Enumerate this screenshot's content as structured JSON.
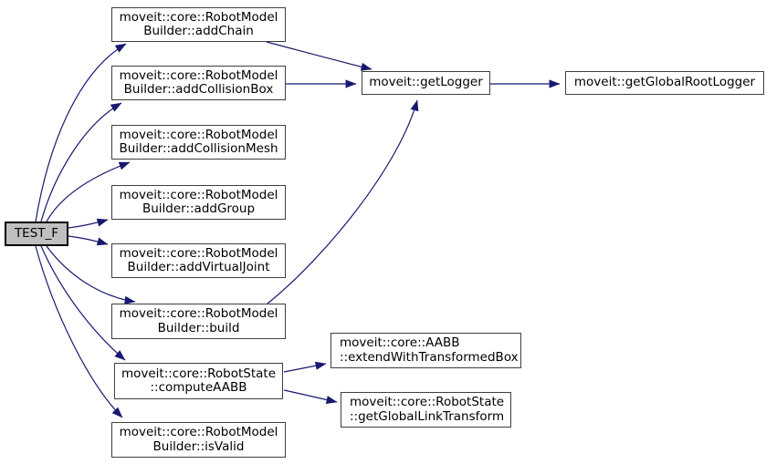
{
  "diagram": {
    "kind": "doxygen-call-graph",
    "colors": {
      "background": "#ffffff",
      "edge": "#191970",
      "node_border": "#3f3f3f",
      "node_fill": "#ffffff",
      "root_node_fill": "#bfbfbf",
      "root_node_border": "#000000",
      "text": "#000000"
    },
    "nodes": {
      "test_f": {
        "label": "TEST_F"
      },
      "add_chain": {
        "lines": [
          "moveit::core::RobotModel",
          "Builder::addChain"
        ]
      },
      "add_collision_box": {
        "lines": [
          "moveit::core::RobotModel",
          "Builder::addCollisionBox"
        ]
      },
      "add_collision_mesh": {
        "lines": [
          "moveit::core::RobotModel",
          "Builder::addCollisionMesh"
        ]
      },
      "add_group": {
        "lines": [
          "moveit::core::RobotModel",
          "Builder::addGroup"
        ]
      },
      "add_virtual_joint": {
        "lines": [
          "moveit::core::RobotModel",
          "Builder::addVirtualJoint"
        ]
      },
      "build": {
        "lines": [
          "moveit::core::RobotModel",
          "Builder::build"
        ]
      },
      "compute_aabb": {
        "lines": [
          "moveit::core::RobotState",
          "::computeAABB"
        ]
      },
      "is_valid": {
        "lines": [
          "moveit::core::RobotModel",
          "Builder::isValid"
        ]
      },
      "get_logger": {
        "label": "moveit::getLogger"
      },
      "get_global_root_logger": {
        "label": "moveit::getGlobalRootLogger"
      },
      "extend_with_transformed_box": {
        "lines": [
          "moveit::core::AABB",
          "::extendWithTransformedBox"
        ]
      },
      "get_global_link_transform": {
        "lines": [
          "moveit::core::RobotState",
          "::getGlobalLinkTransform"
        ]
      }
    },
    "edges": [
      {
        "from": "test_f",
        "to": "add_chain"
      },
      {
        "from": "test_f",
        "to": "add_collision_box"
      },
      {
        "from": "test_f",
        "to": "add_collision_mesh"
      },
      {
        "from": "test_f",
        "to": "add_group"
      },
      {
        "from": "test_f",
        "to": "add_virtual_joint"
      },
      {
        "from": "test_f",
        "to": "build"
      },
      {
        "from": "test_f",
        "to": "compute_aabb"
      },
      {
        "from": "test_f",
        "to": "is_valid"
      },
      {
        "from": "add_chain",
        "to": "get_logger"
      },
      {
        "from": "add_collision_box",
        "to": "get_logger"
      },
      {
        "from": "build",
        "to": "get_logger"
      },
      {
        "from": "get_logger",
        "to": "get_global_root_logger"
      },
      {
        "from": "compute_aabb",
        "to": "extend_with_transformed_box"
      },
      {
        "from": "compute_aabb",
        "to": "get_global_link_transform"
      }
    ]
  }
}
